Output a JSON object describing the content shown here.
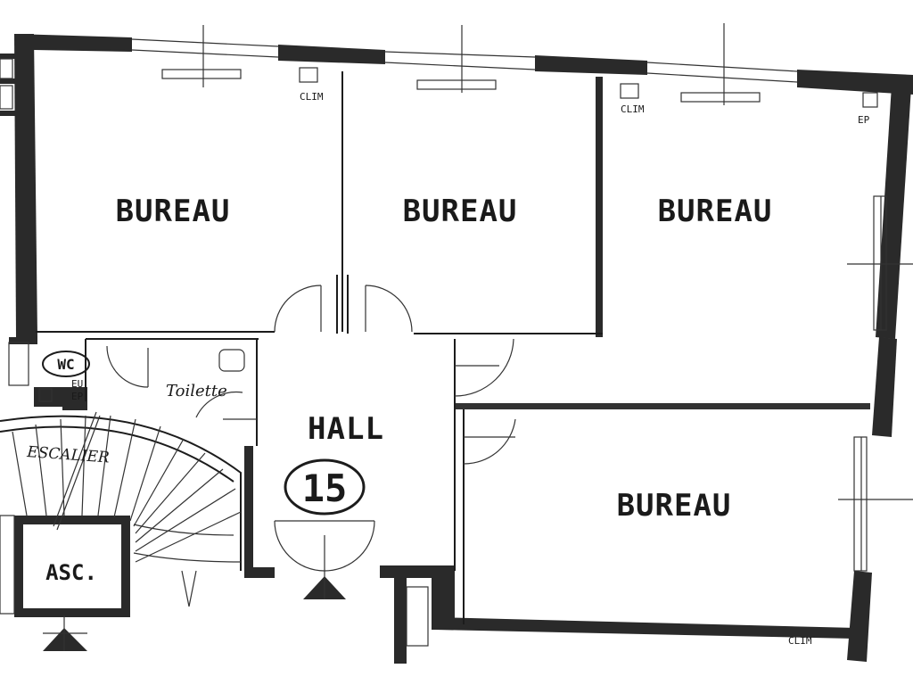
{
  "rooms": {
    "bureau_1": "BUREAU",
    "bureau_2": "BUREAU",
    "bureau_3": "BUREAU",
    "bureau_4": "BUREAU",
    "hall": "HALL",
    "wc": "WC",
    "toilette": "Toilette",
    "escalier": "ESCALIER",
    "ascenseur": "ASC."
  },
  "unit_number": "15",
  "fixtures": {
    "clim_1": "CLIM",
    "clim_2": "CLIM",
    "clim_3": "CLIM",
    "ep_1": "EP",
    "ep_2": "EP",
    "eu": "EU"
  },
  "colors": {
    "ink": "#2a2a2a",
    "paper": "#ffffff"
  }
}
